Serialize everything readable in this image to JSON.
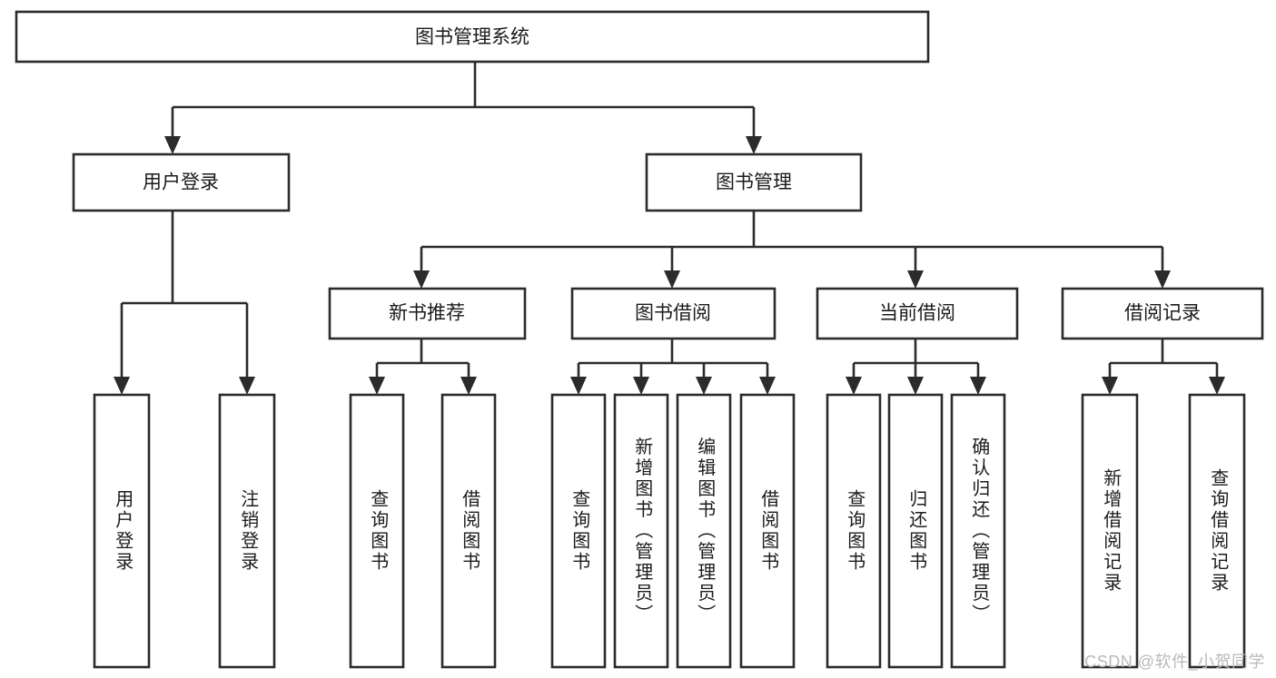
{
  "diagram": {
    "type": "tree",
    "title": "图书管理系统",
    "watermark": "CSDN @软件_小贺同学",
    "style": {
      "box_fill": "#ffffff",
      "box_stroke": "#2b2b2b",
      "text_color": "#1b1b1b",
      "watermark_color": "#b9b9b9",
      "background": "#ffffff"
    },
    "nodes": {
      "root": {
        "label": "图书管理系统"
      },
      "level2": [
        {
          "id": "user-login",
          "label": "用户登录"
        },
        {
          "id": "book-manage",
          "label": "图书管理"
        }
      ],
      "level3": [
        {
          "id": "new-book-recommend",
          "label": "新书推荐"
        },
        {
          "id": "book-borrow",
          "label": "图书借阅"
        },
        {
          "id": "current-borrow",
          "label": "当前借阅"
        },
        {
          "id": "borrow-record",
          "label": "借阅记录"
        }
      ],
      "leaves": {
        "user-login": [
          {
            "id": "leaf-user-login",
            "label": "用户登录"
          },
          {
            "id": "leaf-logout-login",
            "label": "注销登录"
          }
        ],
        "new-book-recommend": [
          {
            "id": "leaf-query-book-1",
            "label": "查询图书"
          },
          {
            "id": "leaf-borrow-book-1",
            "label": "借阅图书"
          }
        ],
        "book-borrow": [
          {
            "id": "leaf-query-book-2",
            "label": "查询图书"
          },
          {
            "id": "leaf-add-book",
            "label": "新增图书（管理员）"
          },
          {
            "id": "leaf-edit-book",
            "label": "编辑图书（管理员）"
          },
          {
            "id": "leaf-borrow-book-2",
            "label": "借阅图书"
          }
        ],
        "current-borrow": [
          {
            "id": "leaf-query-book-3",
            "label": "查询图书"
          },
          {
            "id": "leaf-return-book",
            "label": "归还图书"
          },
          {
            "id": "leaf-confirm-return",
            "label": "确认归还（管理员）"
          }
        ],
        "borrow-record": [
          {
            "id": "leaf-add-record",
            "label": "新增借阅记录"
          },
          {
            "id": "leaf-query-record",
            "label": "查询借阅记录"
          }
        ]
      }
    }
  }
}
